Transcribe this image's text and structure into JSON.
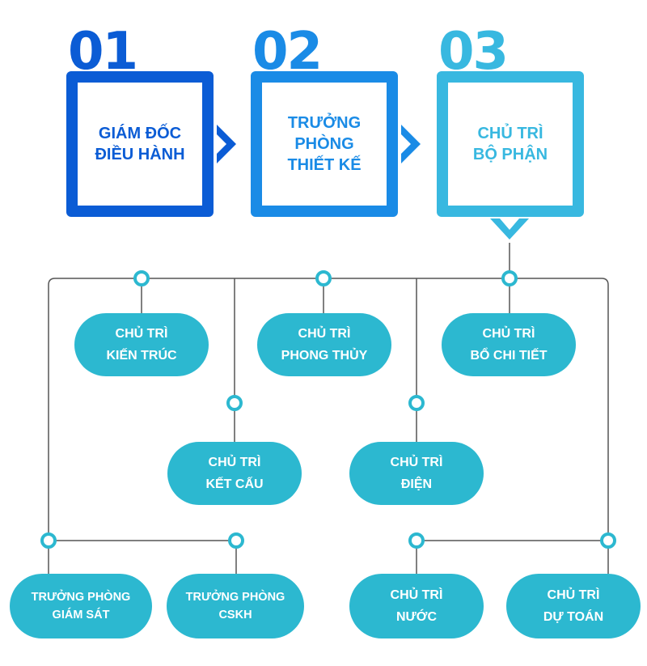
{
  "colors": {
    "step1": "#0b5cd5",
    "step2": "#1a8be6",
    "step3": "#38b8e0",
    "node": "#2cb8d0",
    "line": "#555555",
    "dot": "#2cb8d0"
  },
  "steps": [
    {
      "number": "01",
      "label": "GIÁM ĐỐC\nĐIỀU HÀNH"
    },
    {
      "number": "02",
      "label": "TRƯỞNG\nPHÒNG\nTHIẾT KẾ"
    },
    {
      "number": "03",
      "label": "CHỦ TRÌ\nBỘ PHẬN"
    }
  ],
  "nodes": {
    "kien_truc": "CHỦ TRÌ\nKIẾN TRÚC",
    "phong_thuy": "CHỦ TRÌ\nPHONG THỦY",
    "bo_chi_tiet": "CHỦ TRÌ\nBỔ CHI TIẾT",
    "ket_cau": "CHỦ TRÌ\nKẾT CẤU",
    "dien": "CHỦ TRÌ\nĐIỆN",
    "giam_sat": "TRƯỞNG PHÒNG\nGIÁM SÁT",
    "cskh": "TRƯỞNG PHÒNG\nCSKH",
    "nuoc": "CHỦ TRÌ\nNƯỚC",
    "du_toan": "CHỦ TRÌ\nDỰ TOÁN"
  }
}
